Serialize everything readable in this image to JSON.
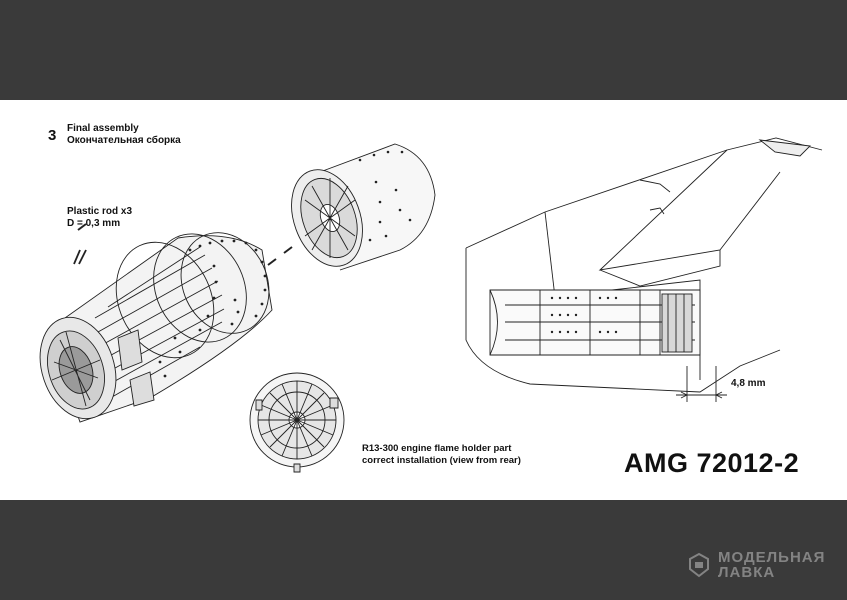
{
  "step": {
    "number": "3",
    "title_en": "Final  assembly",
    "title_ru": "Окончательная сборка"
  },
  "rod_note": {
    "line1": "Plastic rod x3",
    "line2": "D = 0,3 mm"
  },
  "caption": {
    "line1": "R13-300 engine flame holder part",
    "line2": "correct installation (view from rear)"
  },
  "dimension": "4,8 mm",
  "product_code": "AMG 72012-2",
  "watermark": {
    "line1": "МОДЕЛЬНАЯ",
    "line2": "ЛАВКА"
  },
  "colors": {
    "frame": "#3a3a3a",
    "sheet": "#ffffff",
    "ink": "#111111",
    "watermark": "#bfbfbf"
  }
}
